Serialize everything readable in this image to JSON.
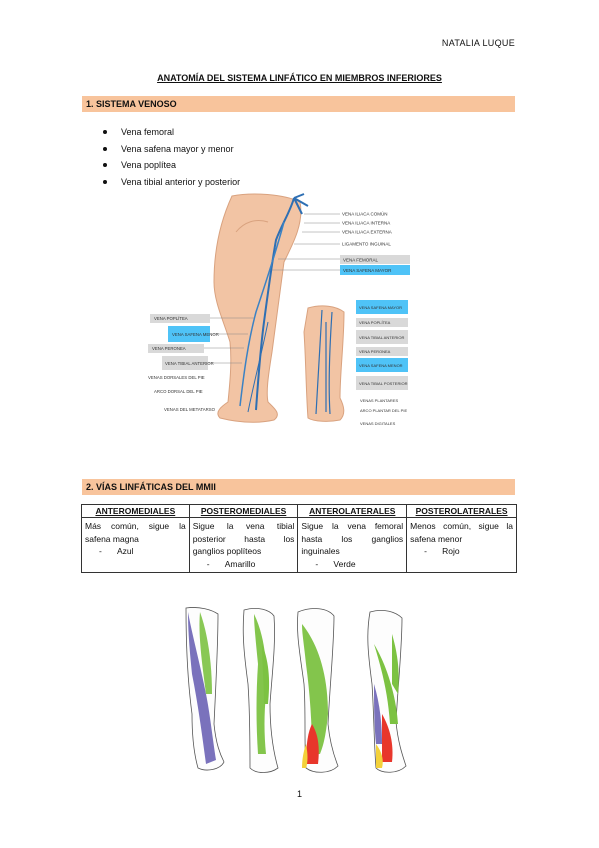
{
  "header": {
    "author": "NATALIA LUQUE"
  },
  "title": "ANATOMÍA DEL SISTEMA LINFÁTICO EN MIEMBROS INFERIORES",
  "section1": {
    "heading": "1. SISTEMA VENOSO",
    "bullets": [
      "Vena femoral",
      "Vena safena mayor y menor",
      "Vena poplítea",
      "Vena tibial anterior y posterior"
    ]
  },
  "vein_figure": {
    "labels_right": [
      "VENA ILIACA COMÚN",
      "VENA ILIACA INTERNA",
      "VENA ILIACA EXTERNA",
      "LIGAMENTO INGUINAL",
      "VENA FEMORAL",
      "VENA SAFENA MAYOR"
    ],
    "labels_left": [
      "VENA POPLÍTEA",
      "VENA SAFENA MENOR",
      "VENA PERONEA",
      "VENA TIBIAL ANTERIOR",
      "VENAS DORSALES DEL PIE",
      "ARCO DORSAL DEL PIE",
      "VENAS DEL METATARSO"
    ],
    "labels_inset": [
      "VENA SAFENA MAYOR",
      "VENA POPLÍTEA",
      "VENA TIBIAL ANTERIOR",
      "VENA PERONEA",
      "VENA SAFENA MENOR",
      "VENA TIBIAL POSTERIOR",
      "VENAS PLANTARES",
      "ARCO PLANTAR DEL PIE",
      "VENAS DIGITALES"
    ],
    "highlight_color": "#4fc3f7",
    "gray_label_color": "#d9d9d9",
    "vein_color": "#2e6fb3"
  },
  "section2": {
    "heading": "2. VÍAS LINFÁTICAS DEL MMII",
    "columns": [
      {
        "header": "ANTEROMEDIALES",
        "text": "Más común, sigue la safena magna",
        "color": "Azul"
      },
      {
        "header": "POSTEROMEDIALES",
        "text": "Sigue la vena tibial posterior hasta los ganglios poplíteos",
        "color": "Amarillo"
      },
      {
        "header": "ANTEROLATERALES",
        "text": "Sigue la vena femoral hasta los ganglios inguinales",
        "color": "Verde"
      },
      {
        "header": "POSTEROLATERALES",
        "text": "Menos común, sigue la safena menor",
        "color": "Rojo"
      }
    ],
    "dash": "-"
  },
  "lymph_colors": {
    "blue": "#6b63b5",
    "green": "#7cc242",
    "yellow": "#f3d13a",
    "red": "#e8362b"
  },
  "page_number": "1"
}
